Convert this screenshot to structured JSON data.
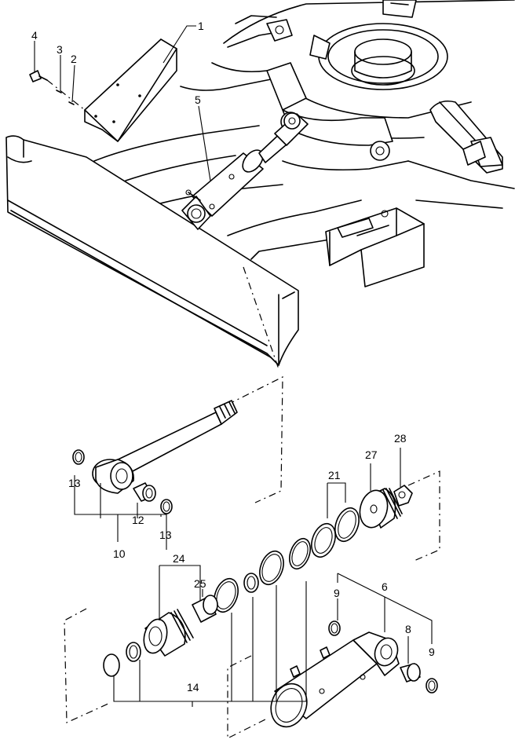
{
  "callouts": {
    "c1": "1",
    "c2": "2",
    "c3": "3",
    "c4": "4",
    "c5": "5",
    "c6": "6",
    "c8": "8",
    "c9a": "9",
    "c9b": "9",
    "c10": "10",
    "c12": "12",
    "c13a": "13",
    "c13b": "13",
    "c14": "14",
    "c21": "21",
    "c24": "24",
    "c25": "25",
    "c27": "27",
    "c28": "28"
  },
  "colors": {
    "line": "#000000",
    "background": "#ffffff"
  }
}
